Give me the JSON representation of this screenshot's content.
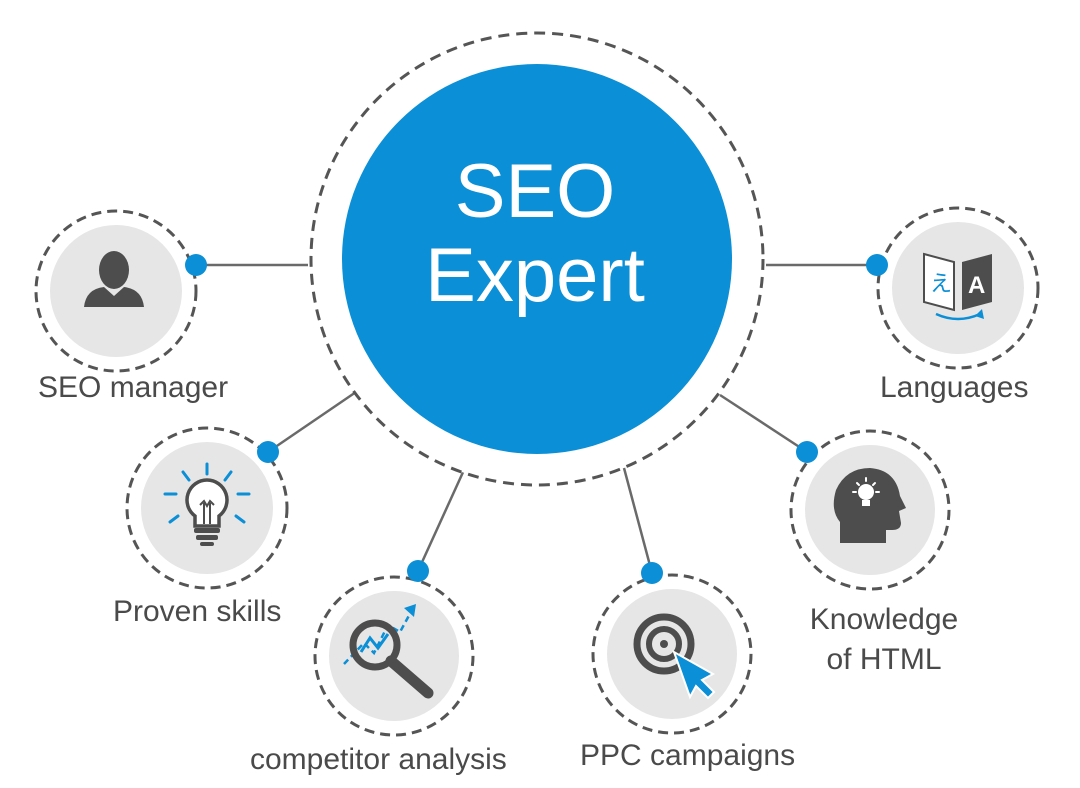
{
  "center": {
    "line1": "SEO",
    "line2": "Expert",
    "color": "#0b8fd6"
  },
  "nodes": [
    {
      "id": "seo-manager",
      "label": "SEO manager",
      "icon": "person-icon"
    },
    {
      "id": "proven-skills",
      "label": "Proven skills",
      "icon": "lightbulb-icon"
    },
    {
      "id": "competitor-analysis",
      "label": "competitor analysis",
      "icon": "magnifier-trend-icon"
    },
    {
      "id": "ppc-campaigns",
      "label": "PPC campaigns",
      "icon": "target-cursor-icon"
    },
    {
      "id": "knowledge-html",
      "label_line1": "Knowledge",
      "label_line2": "of HTML",
      "icon": "head-idea-icon"
    },
    {
      "id": "languages",
      "label": "Languages",
      "icon": "translate-icon"
    }
  ],
  "colors": {
    "accent": "#0b8fd6",
    "icon_dark": "#4d4d4d",
    "node_fill": "#e6e6e6",
    "dash": "#555555",
    "text": "#4a4a4a"
  }
}
